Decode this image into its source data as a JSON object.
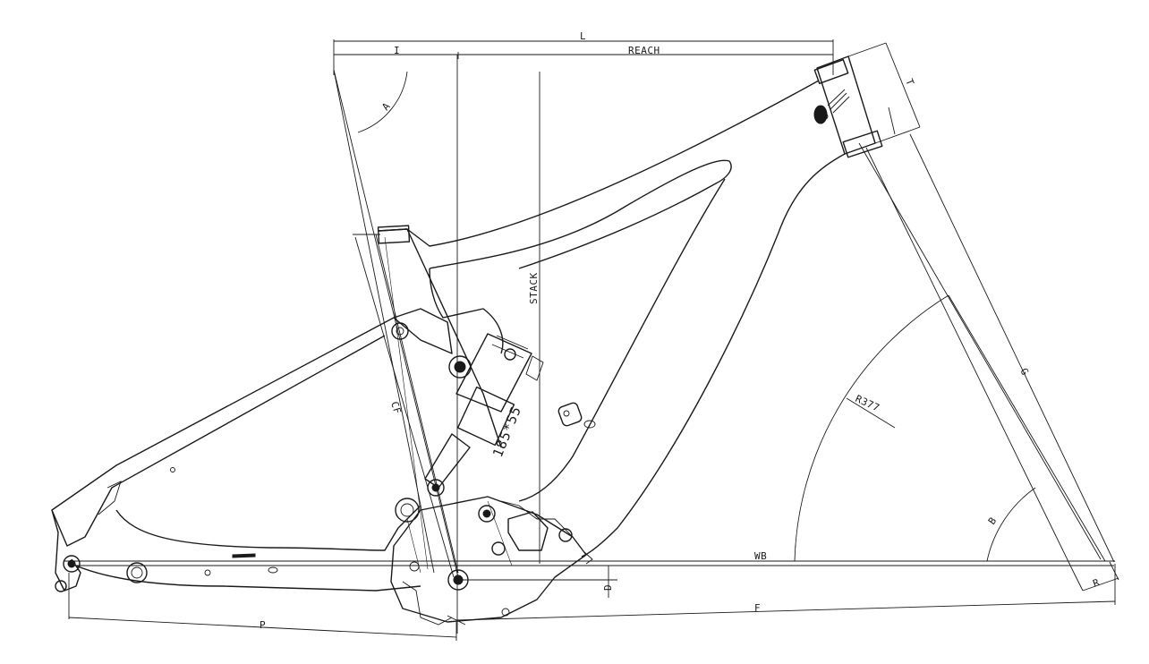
{
  "colors": {
    "line": "#1a1a1a",
    "background": "#ffffff"
  },
  "dimensions": {
    "L": "L",
    "I": "I",
    "REACH": "REACH",
    "A": "A",
    "T": "T",
    "STACK": "STACK",
    "CF": "CF",
    "shock": "185*55",
    "G": "G",
    "R377": "R377",
    "B": "B",
    "WB": "WB",
    "D": "D",
    "R": "R",
    "P": "P",
    "F": "F"
  }
}
